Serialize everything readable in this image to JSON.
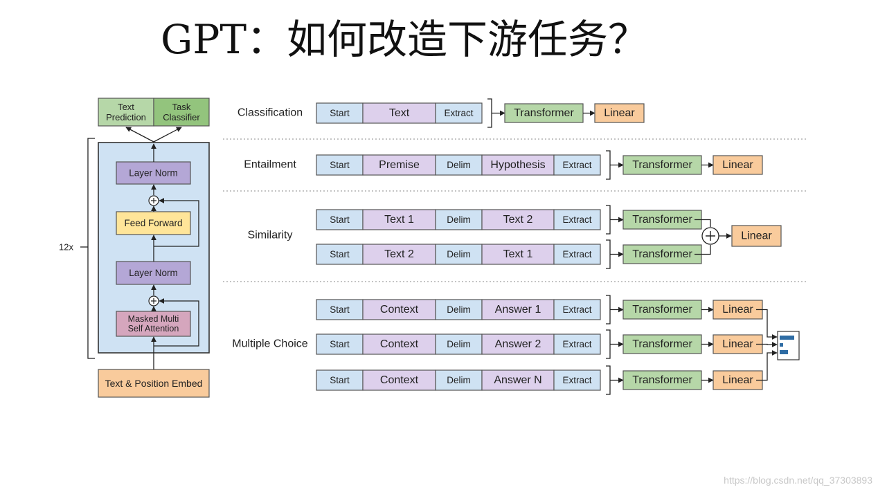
{
  "title": "GPT：如何改造下游任务？",
  "watermark": "https://blog.csdn.net/qq_37303893",
  "architecture": {
    "outputs": [
      "Text Prediction",
      "Task Classifier"
    ],
    "repeat_label": "12x",
    "blocks": [
      "Layer Norm",
      "Feed Forward",
      "Layer Norm",
      "Masked Multi Self Attention"
    ],
    "embed": "Text & Position Embed"
  },
  "tasks": [
    {
      "name": "Classification",
      "sequences": [
        [
          "Start",
          "Text",
          "Extract"
        ]
      ],
      "heads": [
        [
          "Transformer",
          "Linear"
        ]
      ]
    },
    {
      "name": "Entailment",
      "sequences": [
        [
          "Start",
          "Premise",
          "Delim",
          "Hypothesis",
          "Extract"
        ]
      ],
      "heads": [
        [
          "Transformer",
          "Linear"
        ]
      ]
    },
    {
      "name": "Similarity",
      "sequences": [
        [
          "Start",
          "Text 1",
          "Delim",
          "Text 2",
          "Extract"
        ],
        [
          "Start",
          "Text 2",
          "Delim",
          "Text 1",
          "Extract"
        ]
      ],
      "heads": [
        [
          "Transformer"
        ],
        [
          "Transformer"
        ]
      ],
      "combine": "+",
      "final": "Linear"
    },
    {
      "name": "Multiple Choice",
      "sequences": [
        [
          "Start",
          "Context",
          "Delim",
          "Answer 1",
          "Extract"
        ],
        [
          "Start",
          "Context",
          "Delim",
          "Answer 2",
          "Extract"
        ],
        [
          "Start",
          "Context",
          "Delim",
          "Answer N",
          "Extract"
        ]
      ],
      "heads": [
        [
          "Transformer",
          "Linear"
        ],
        [
          "Transformer",
          "Linear"
        ],
        [
          "Transformer",
          "Linear"
        ]
      ]
    }
  ],
  "colors": {
    "token_blue": "#cfe2f3",
    "token_purple": "#ddd0ec",
    "green": "#b6d7a8",
    "green_dark": "#93c47d",
    "orange": "#f9cb9c",
    "yellow": "#ffe599",
    "norm_purple": "#b4a7d6",
    "attn_pink": "#d5a6bd",
    "stack_bg": "#cfe2f3",
    "border": "#555555"
  }
}
